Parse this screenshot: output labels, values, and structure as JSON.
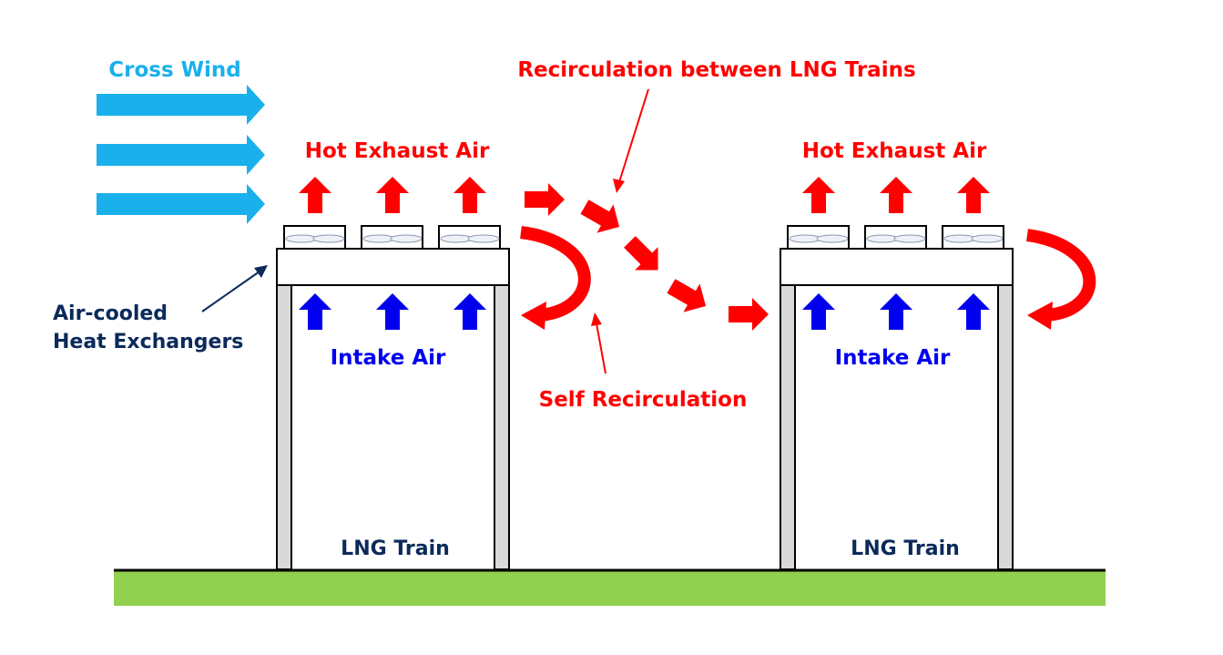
{
  "labels": {
    "cross_wind": "Cross Wind",
    "recirc_between": "Recirculation between LNG Trains",
    "hot_exhaust_left": "Hot Exhaust Air",
    "hot_exhaust_right": "Hot Exhaust Air",
    "air_cooled_line1": "Air-cooled",
    "air_cooled_line2": "Heat Exchangers",
    "intake_left": "Intake Air",
    "intake_right": "Intake Air",
    "self_recirc": "Self Recirculation",
    "train_left": "LNG Train",
    "train_right": "LNG Train"
  },
  "colors": {
    "cross_wind": "#1ab0ec",
    "hot_air": "#ff0000",
    "intake": "#0000ee",
    "navy_text": "#0b2a5a",
    "structure_fill": "#d9d9d9",
    "ground": "#92d050"
  },
  "icons": {
    "exhaust": "arrow-up-icon",
    "intake": "arrow-up-icon",
    "wind": "arrow-right-icon",
    "recirc": "curved-arrow-icon"
  }
}
